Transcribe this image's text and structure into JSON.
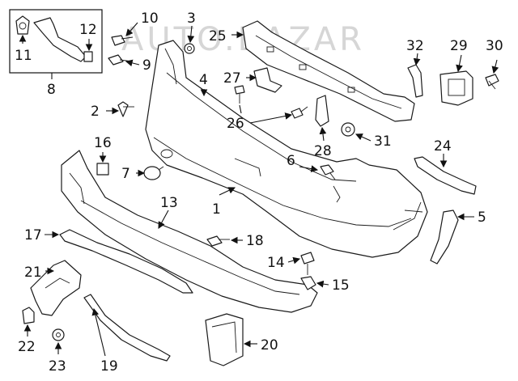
{
  "watermark": "AUTO.BAZAR",
  "callouts": {
    "c1": "1",
    "c2": "2",
    "c3": "3",
    "c4": "4",
    "c5": "5",
    "c6": "6",
    "c7": "7",
    "c8": "8",
    "c9": "9",
    "c10": "10",
    "c11": "11",
    "c12": "12",
    "c13": "13",
    "c14": "14",
    "c15": "15",
    "c16": "16",
    "c17": "17",
    "c18": "18",
    "c19": "19",
    "c20": "20",
    "c21": "21",
    "c22": "22",
    "c23": "23",
    "c24": "24",
    "c25": "25",
    "c26": "26",
    "c27": "27",
    "c28": "28",
    "c29": "29",
    "c30": "30",
    "c31": "31",
    "c32": "32"
  }
}
